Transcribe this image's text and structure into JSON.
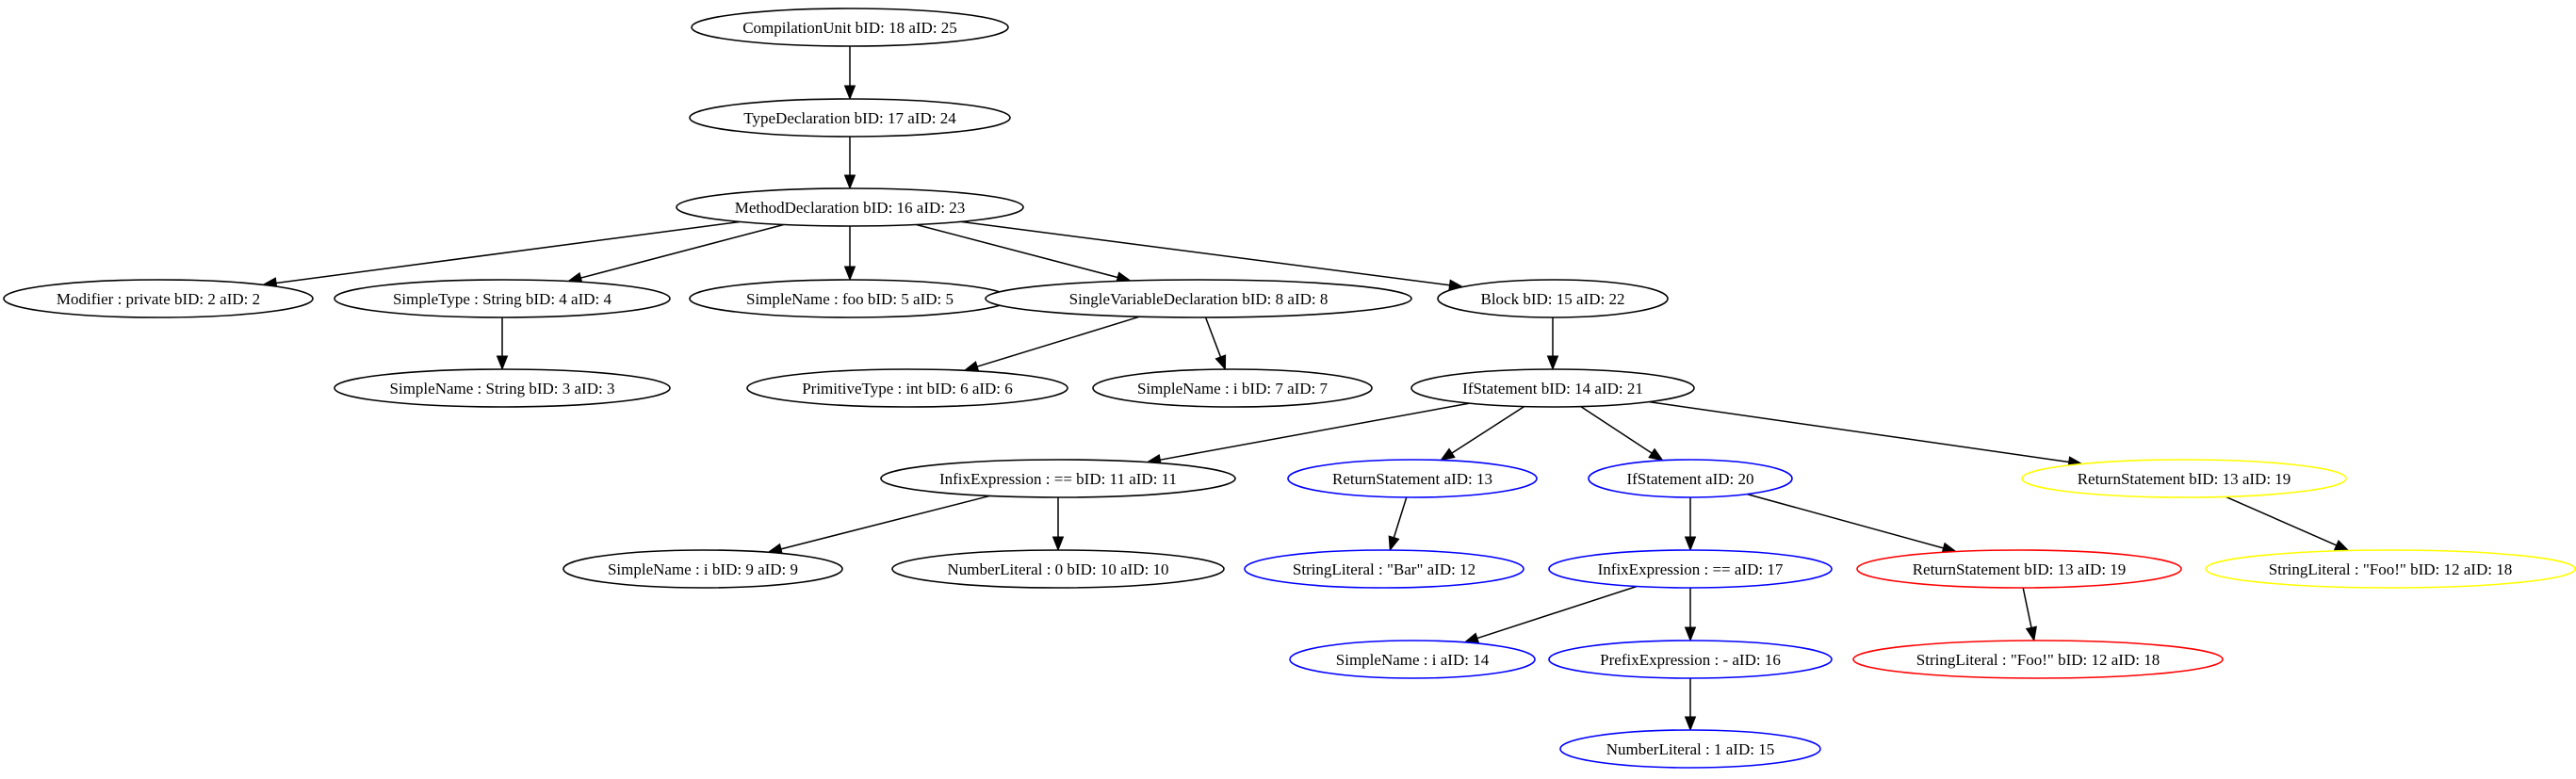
{
  "colors": {
    "default": "#000000",
    "blue": "#0000ff",
    "red": "#ff0000",
    "yellow": "#ffff00",
    "arrow": "#000000"
  },
  "nodes": [
    {
      "id": "n1",
      "label": "CompilationUnit bID: 18 aID: 25",
      "color": "default"
    },
    {
      "id": "n2",
      "label": "TypeDeclaration bID: 17 aID: 24",
      "color": "default"
    },
    {
      "id": "n3",
      "label": "MethodDeclaration bID: 16 aID: 23",
      "color": "default"
    },
    {
      "id": "n4",
      "label": "Modifier : private bID: 2 aID: 2",
      "color": "default"
    },
    {
      "id": "n5",
      "label": "SimpleType : String bID: 4 aID: 4",
      "color": "default"
    },
    {
      "id": "n6",
      "label": "SimpleName : foo bID: 5 aID: 5",
      "color": "default"
    },
    {
      "id": "n7",
      "label": "SingleVariableDeclaration bID: 8 aID: 8",
      "color": "default"
    },
    {
      "id": "n8",
      "label": "Block bID: 15 aID: 22",
      "color": "default"
    },
    {
      "id": "n9",
      "label": "SimpleName : String bID: 3 aID: 3",
      "color": "default"
    },
    {
      "id": "n10",
      "label": "PrimitiveType : int bID: 6 aID: 6",
      "color": "default"
    },
    {
      "id": "n11",
      "label": "SimpleName : i bID: 7 aID: 7",
      "color": "default"
    },
    {
      "id": "n12",
      "label": "IfStatement bID: 14 aID: 21",
      "color": "default"
    },
    {
      "id": "n13",
      "label": "InfixExpression : == bID: 11 aID: 11",
      "color": "default"
    },
    {
      "id": "n14",
      "label": "ReturnStatement aID: 13",
      "color": "blue"
    },
    {
      "id": "n15",
      "label": "IfStatement aID: 20",
      "color": "blue"
    },
    {
      "id": "n16",
      "label": "ReturnStatement bID: 13 aID: 19",
      "color": "yellow"
    },
    {
      "id": "n17",
      "label": "SimpleName : i bID: 9 aID: 9",
      "color": "default"
    },
    {
      "id": "n18",
      "label": "NumberLiteral : 0 bID: 10 aID: 10",
      "color": "default"
    },
    {
      "id": "n19",
      "label": "StringLiteral : \"Bar\" aID: 12",
      "color": "blue"
    },
    {
      "id": "n20",
      "label": "InfixExpression : == aID: 17",
      "color": "blue"
    },
    {
      "id": "n21",
      "label": "ReturnStatement bID: 13 aID: 19",
      "color": "red"
    },
    {
      "id": "n22",
      "label": "StringLiteral : \"Foo!\" bID: 12 aID: 18",
      "color": "yellow"
    },
    {
      "id": "n23",
      "label": "SimpleName : i aID: 14",
      "color": "blue"
    },
    {
      "id": "n24",
      "label": "PrefixExpression : - aID: 16",
      "color": "blue"
    },
    {
      "id": "n25",
      "label": "StringLiteral : \"Foo!\" bID: 12 aID: 18",
      "color": "red"
    },
    {
      "id": "n26",
      "label": "NumberLiteral : 1 aID: 15",
      "color": "blue"
    }
  ],
  "edges": [
    [
      "n1",
      "n2"
    ],
    [
      "n2",
      "n3"
    ],
    [
      "n3",
      "n4"
    ],
    [
      "n3",
      "n5"
    ],
    [
      "n3",
      "n6"
    ],
    [
      "n3",
      "n7"
    ],
    [
      "n3",
      "n8"
    ],
    [
      "n5",
      "n9"
    ],
    [
      "n7",
      "n10"
    ],
    [
      "n7",
      "n11"
    ],
    [
      "n8",
      "n12"
    ],
    [
      "n12",
      "n13"
    ],
    [
      "n12",
      "n14"
    ],
    [
      "n12",
      "n15"
    ],
    [
      "n12",
      "n16"
    ],
    [
      "n13",
      "n17"
    ],
    [
      "n13",
      "n18"
    ],
    [
      "n14",
      "n19"
    ],
    [
      "n15",
      "n20"
    ],
    [
      "n15",
      "n21"
    ],
    [
      "n16",
      "n22"
    ],
    [
      "n20",
      "n23"
    ],
    [
      "n20",
      "n24"
    ],
    [
      "n21",
      "n25"
    ],
    [
      "n24",
      "n26"
    ]
  ]
}
